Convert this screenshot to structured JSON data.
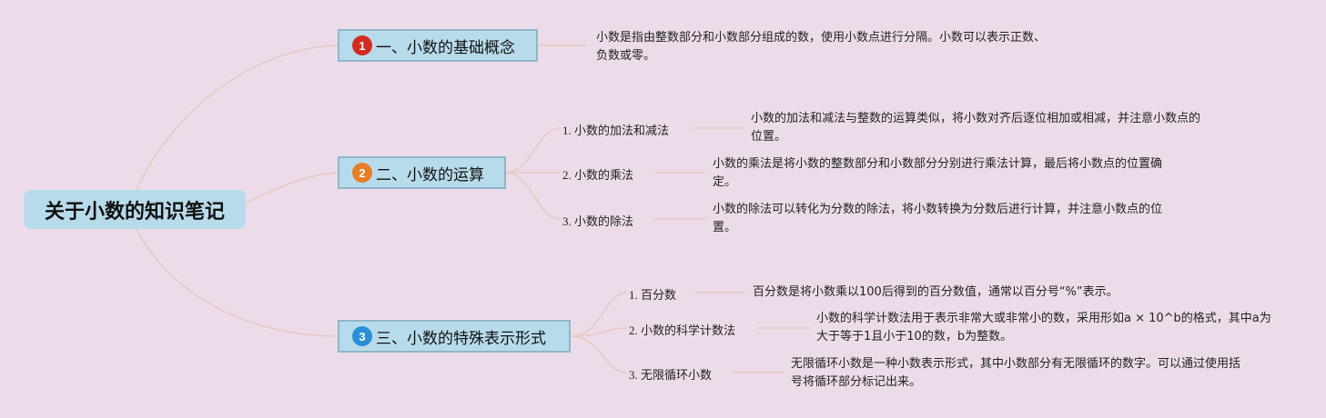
{
  "colors": {
    "background": "#ecdcea",
    "node_fill": "#b8dbeb",
    "node_border": "#8fb6c8",
    "connector": "#e8c8c0",
    "badge1": "#d42a1e",
    "badge2": "#e57e25",
    "badge3": "#2a8fd6"
  },
  "root": {
    "title": "关于小数的知识笔记"
  },
  "branches": [
    {
      "badge": "1",
      "badge_icon": "number-one-badge",
      "title": "一、小数的基础概念",
      "note": "小数是指由整数部分和小数部分组成的数，使用小数点进行分隔。小数可以表示正数、负数或零。"
    },
    {
      "badge": "2",
      "badge_icon": "number-two-badge",
      "title": "二、小数的运算",
      "children": [
        {
          "label": "1. 小数的加法和减法",
          "note": "小数的加法和减法与整数的运算类似，将小数对齐后逐位相加或相减，并注意小数点的位置。"
        },
        {
          "label": "2. 小数的乘法",
          "note": "小数的乘法是将小数的整数部分和小数部分分别进行乘法计算，最后将小数点的位置确定。"
        },
        {
          "label": "3. 小数的除法",
          "note": "小数的除法可以转化为分数的除法，将小数转换为分数后进行计算，并注意小数点的位置。"
        }
      ]
    },
    {
      "badge": "3",
      "badge_icon": "number-three-badge",
      "title": "三、小数的特殊表示形式",
      "children": [
        {
          "label": "1. 百分数",
          "note": "百分数是将小数乘以100后得到的百分数值，通常以百分号“%”表示。"
        },
        {
          "label": "2. 小数的科学计数法",
          "note": "小数的科学计数法用于表示非常大或非常小的数，采用形如a × 10^b的格式，其中a为大于等于1且小于10的数，b为整数。"
        },
        {
          "label": "3. 无限循环小数",
          "note": "无限循环小数是一种小数表示形式，其中小数部分有无限循环的数字。可以通过使用括号将循环部分标记出来。"
        }
      ]
    }
  ]
}
